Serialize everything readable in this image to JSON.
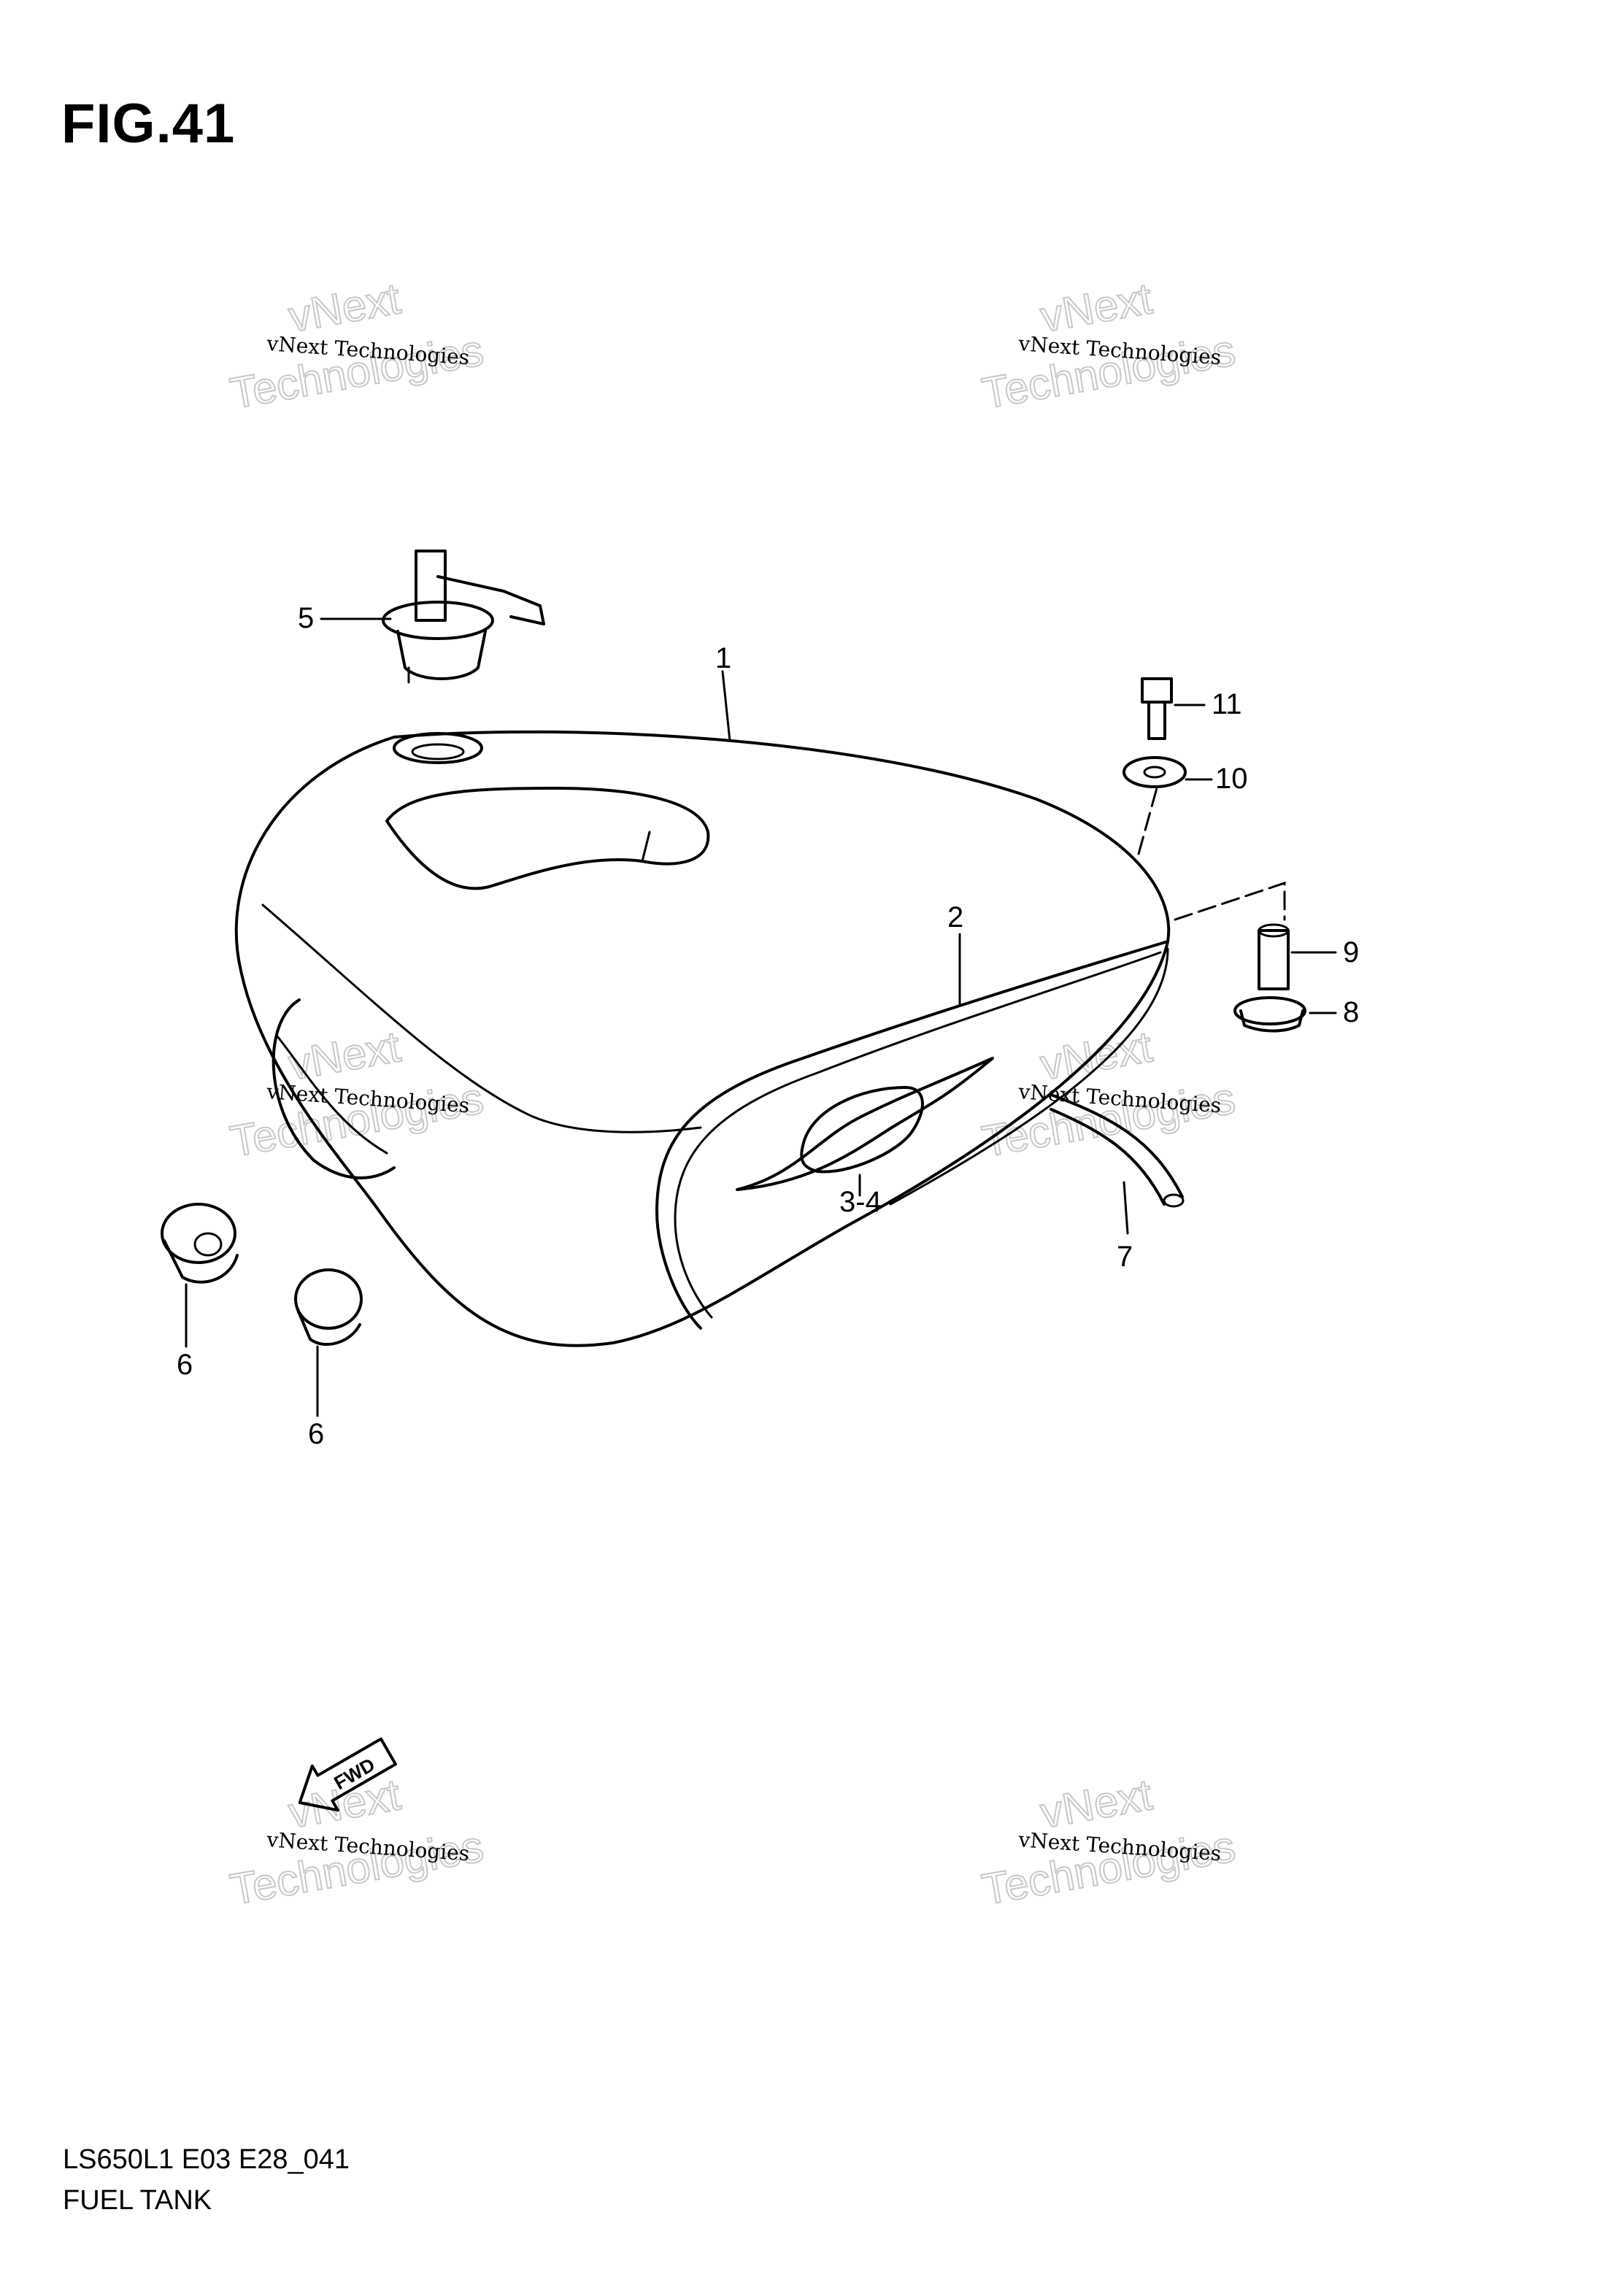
{
  "figure": {
    "title": "FIG.41",
    "code": "LS650L1 E03 E28_041",
    "name": "FUEL TANK"
  },
  "watermark": {
    "line_small": "vNext Technologies",
    "line_vnext": "vNext",
    "line_tech": "Technologies"
  },
  "callouts": [
    {
      "id": "c1",
      "label": "1"
    },
    {
      "id": "c2",
      "label": "2"
    },
    {
      "id": "c34",
      "label": "3-4"
    },
    {
      "id": "c5",
      "label": "5"
    },
    {
      "id": "c6a",
      "label": "6"
    },
    {
      "id": "c6b",
      "label": "6"
    },
    {
      "id": "c7",
      "label": "7"
    },
    {
      "id": "c8",
      "label": "8"
    },
    {
      "id": "c9",
      "label": "9"
    },
    {
      "id": "c10",
      "label": "10"
    },
    {
      "id": "c11",
      "label": "11"
    }
  ],
  "fwd_arrow_label": "FWD",
  "colors": {
    "line": "#000000",
    "watermark": "#c8c8c8",
    "background": "#ffffff"
  }
}
